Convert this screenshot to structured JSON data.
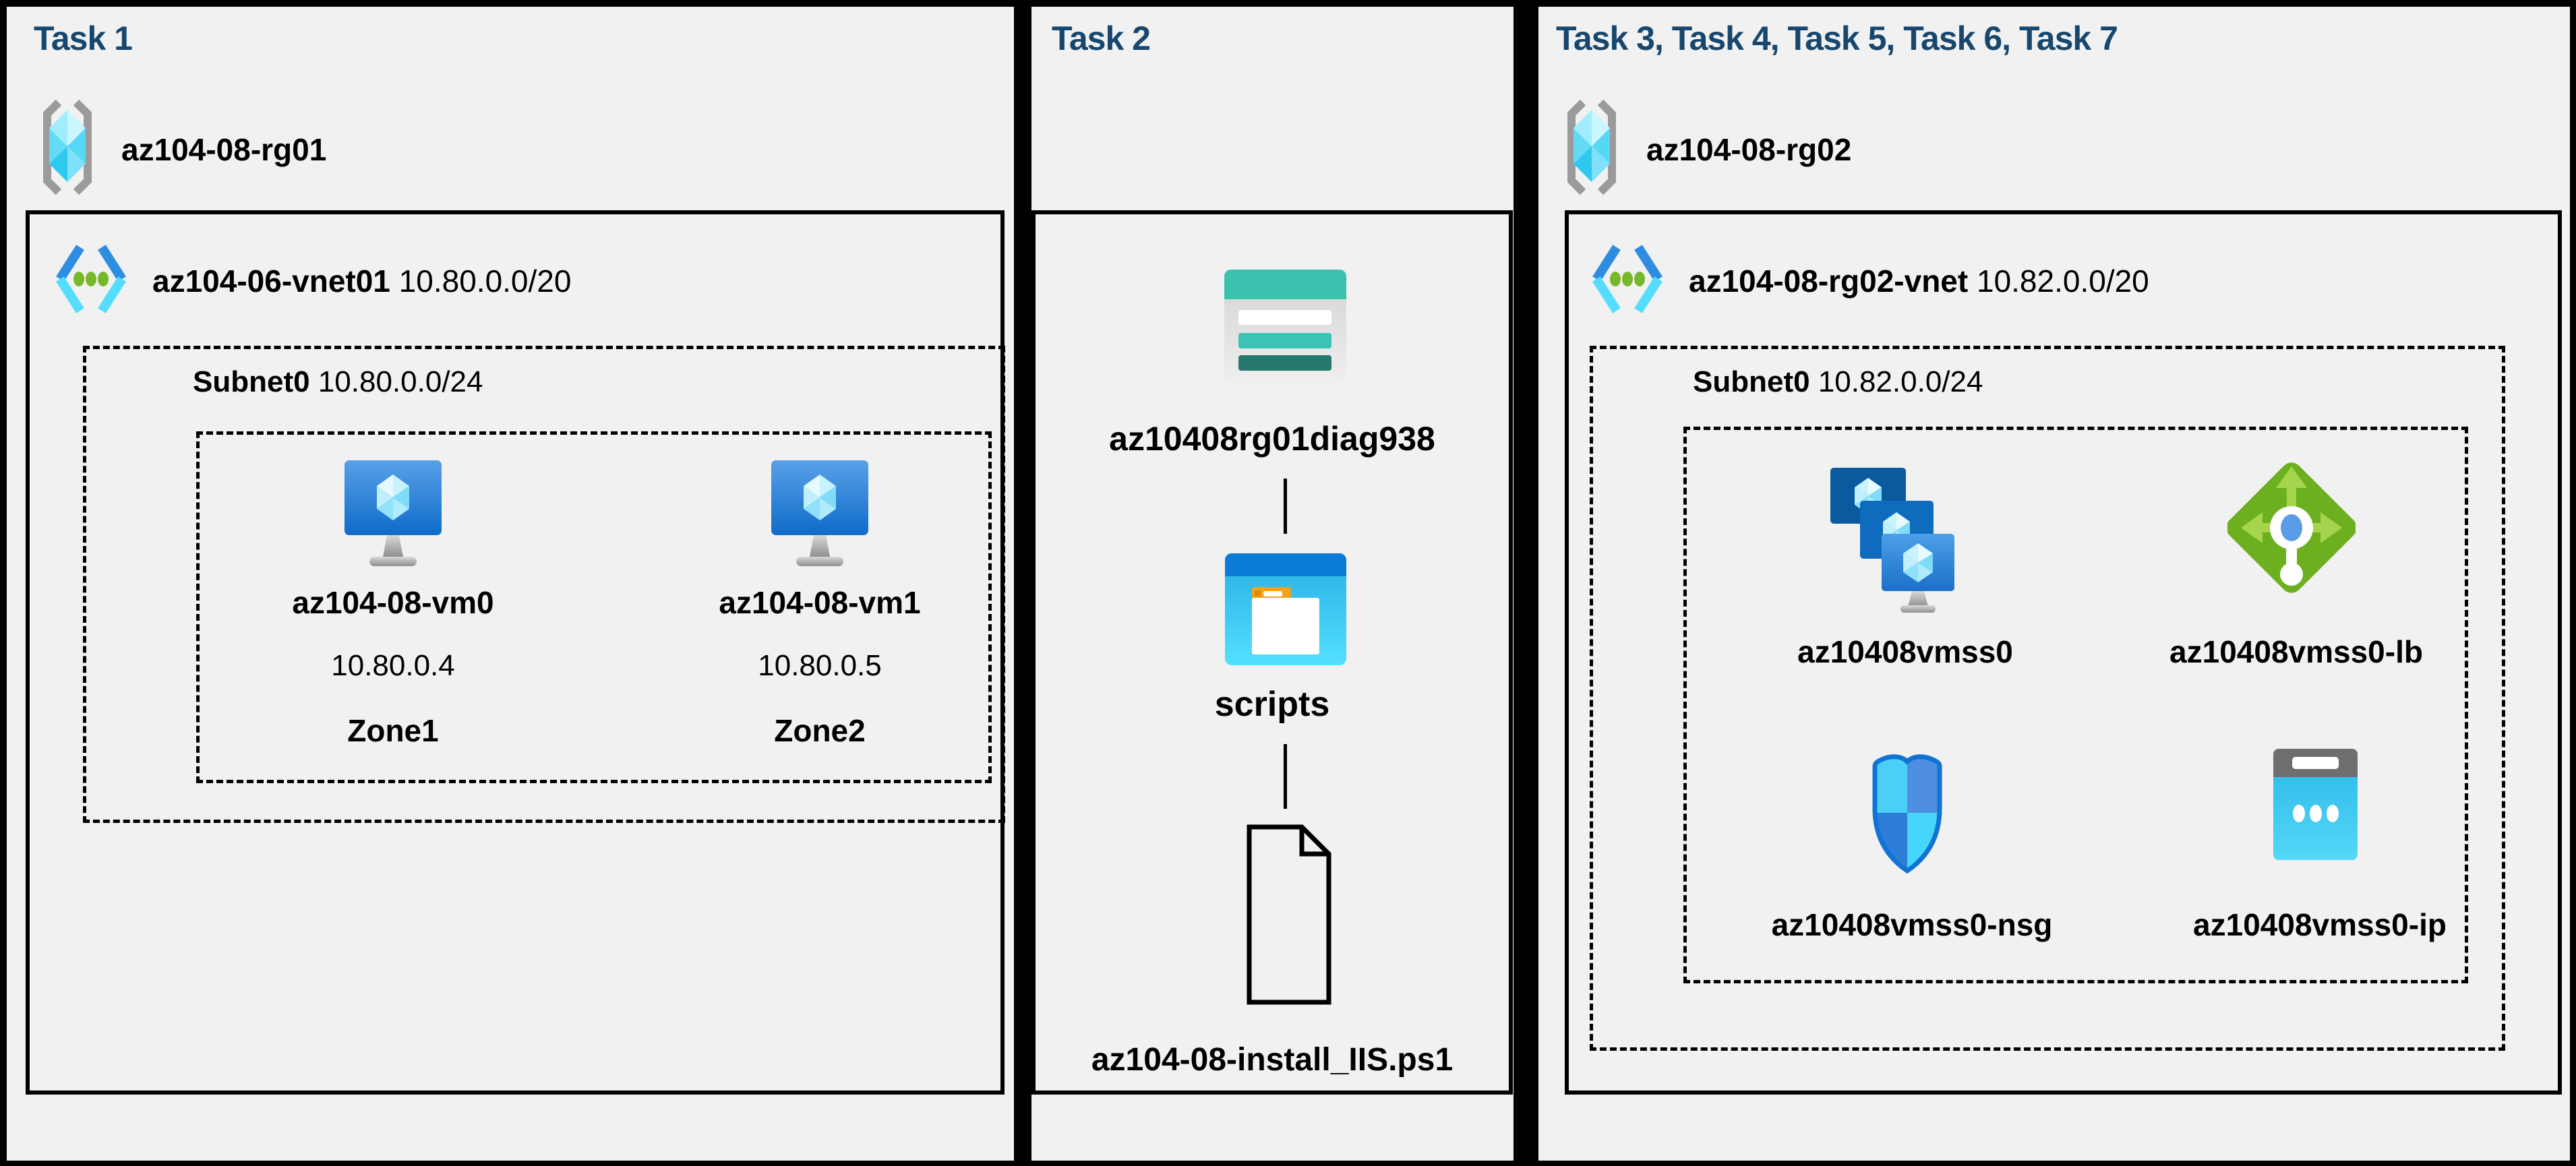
{
  "colors": {
    "background": "#000000",
    "panel_background": "#F1F1F1",
    "task_title": "#17476E",
    "text": "#000000",
    "vnet_blue": "#2E8DE1",
    "vnet_cyan": "#54DDFF",
    "vnet_green": "#76B82A",
    "vm_screen_blue": "#1C70C8",
    "storage_teal": "#3BC2AF",
    "container_blue": "#0A7CD7",
    "load_balancer_green": "#6CAF1F",
    "nsg_border_blue": "#1173D4",
    "public_ip_cyan": "#3FC8F0"
  },
  "task1": {
    "title": "Task 1",
    "resource_group": "az104-08-rg01",
    "vnet_name": "az104-06-vnet01",
    "vnet_cidr": "10.80.0.0/20",
    "subnet_name": "Subnet0",
    "subnet_cidr": "10.80.0.0/24",
    "vms": [
      {
        "name": "az104-08-vm0",
        "ip": "10.80.0.4",
        "zone": "Zone1"
      },
      {
        "name": "az104-08-vm1",
        "ip": "10.80.0.5",
        "zone": "Zone2"
      }
    ]
  },
  "task2": {
    "title": "Task 2",
    "storage_account": "az10408rg01diag938",
    "container": "scripts",
    "file": "az104-08-install_IIS.ps1"
  },
  "task37": {
    "title": "Task 3, Task 4, Task 5, Task 6, Task 7",
    "resource_group": "az104-08-rg02",
    "vnet_name": "az104-08-rg02-vnet",
    "vnet_cidr": "10.82.0.0/20",
    "subnet_name": "Subnet0",
    "subnet_cidr": "10.82.0.0/24",
    "resources": [
      {
        "name": "az10408vmss0",
        "type": "virtual-machine-scale-set"
      },
      {
        "name": "az10408vmss0-lb",
        "type": "load-balancer"
      },
      {
        "name": "az10408vmss0-nsg",
        "type": "network-security-group"
      },
      {
        "name": "az10408vmss0-ip",
        "type": "public-ip-address"
      }
    ]
  }
}
